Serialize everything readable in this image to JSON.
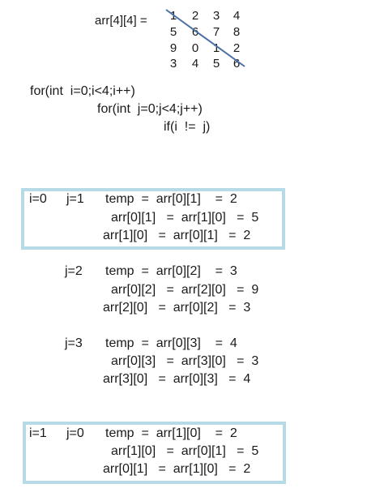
{
  "matrix": {
    "label": "arr[4][4] =",
    "rows": [
      [
        "1",
        "2",
        "3",
        "4"
      ],
      [
        "5",
        "6",
        "7",
        "8"
      ],
      [
        "9",
        "0",
        "1",
        "2"
      ],
      [
        "3",
        "4",
        "5",
        "6"
      ]
    ],
    "diagonal_color": "#4a6fa5"
  },
  "code": {
    "line1": "for(int  i=0;i<4;i++)",
    "line2": "for(int  j=0;j<4;j++)",
    "line3": "if(i  !=  j)"
  },
  "box_color": "#b7dbe6",
  "trace": {
    "block1": {
      "i": "i=0",
      "j": "j=1",
      "l1": "temp  =  arr[0][1]    =  2",
      "l2": "arr[0][1]   =  arr[1][0]   =  5",
      "l3": "arr[1][0]   =  arr[0][1]   =  2"
    },
    "block2": {
      "j": "j=2",
      "l1": "temp  =  arr[0][2]    =  3",
      "l2": "arr[0][2]   =  arr[2][0]   =  9",
      "l3": "arr[2][0]   =  arr[0][2]   =  3"
    },
    "block3": {
      "j": "j=3",
      "l1": "temp  =  arr[0][3]    =  4",
      "l2": "arr[0][3]   =  arr[3][0]   =  3",
      "l3": "arr[3][0]   =  arr[0][3]   =  4"
    },
    "block4": {
      "i": "i=1",
      "j": "j=0",
      "l1": "temp  =  arr[1][0]    =  2",
      "l2": "arr[1][0]   =  arr[0][1]   =  5",
      "l3": "arr[0][1]   =  arr[1][0]   =  2"
    }
  }
}
